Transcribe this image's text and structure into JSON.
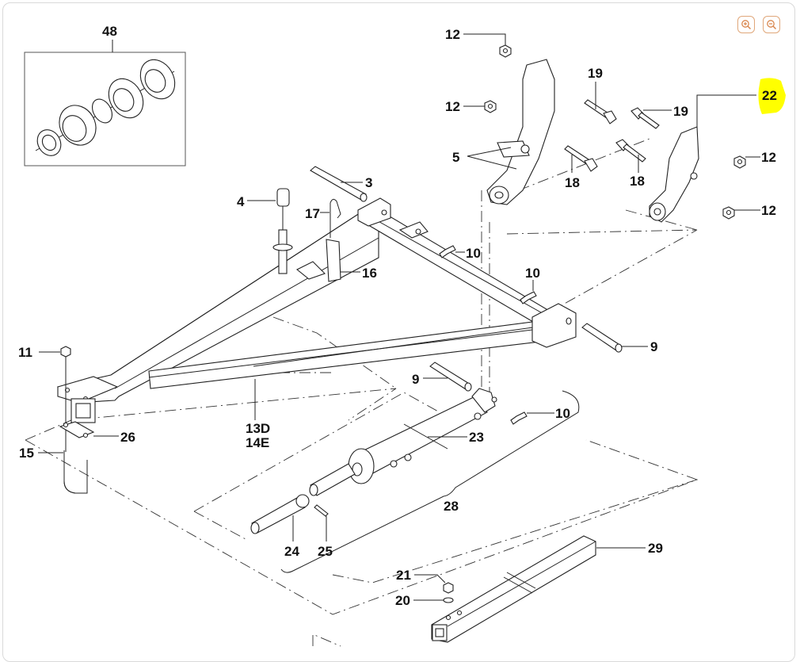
{
  "toolbar": {
    "zoom_in_icon": "zoom-in-icon",
    "zoom_out_icon": "zoom-out-icon",
    "accent_color": "#e0a77a"
  },
  "diagram": {
    "highlight_color": "#ffff00",
    "highlighted_part": "22",
    "labels": {
      "p48": "48",
      "p12a": "12",
      "p12b": "12",
      "p12c": "12",
      "p12d": "12",
      "p19a": "19",
      "p19b": "19",
      "p22": "22",
      "p5": "5",
      "p18a": "18",
      "p18b": "18",
      "p3": "3",
      "p4": "4",
      "p17": "17",
      "p16": "16",
      "p10a": "10",
      "p10b": "10",
      "p10c": "10",
      "p9a": "9",
      "p9b": "9",
      "p11": "11",
      "p13d": "13D",
      "p14e": "14E",
      "p26": "26",
      "p15": "15",
      "p23": "23",
      "p28": "28",
      "p24": "24",
      "p25": "25",
      "p29": "29",
      "p21": "21",
      "p20": "20"
    }
  }
}
